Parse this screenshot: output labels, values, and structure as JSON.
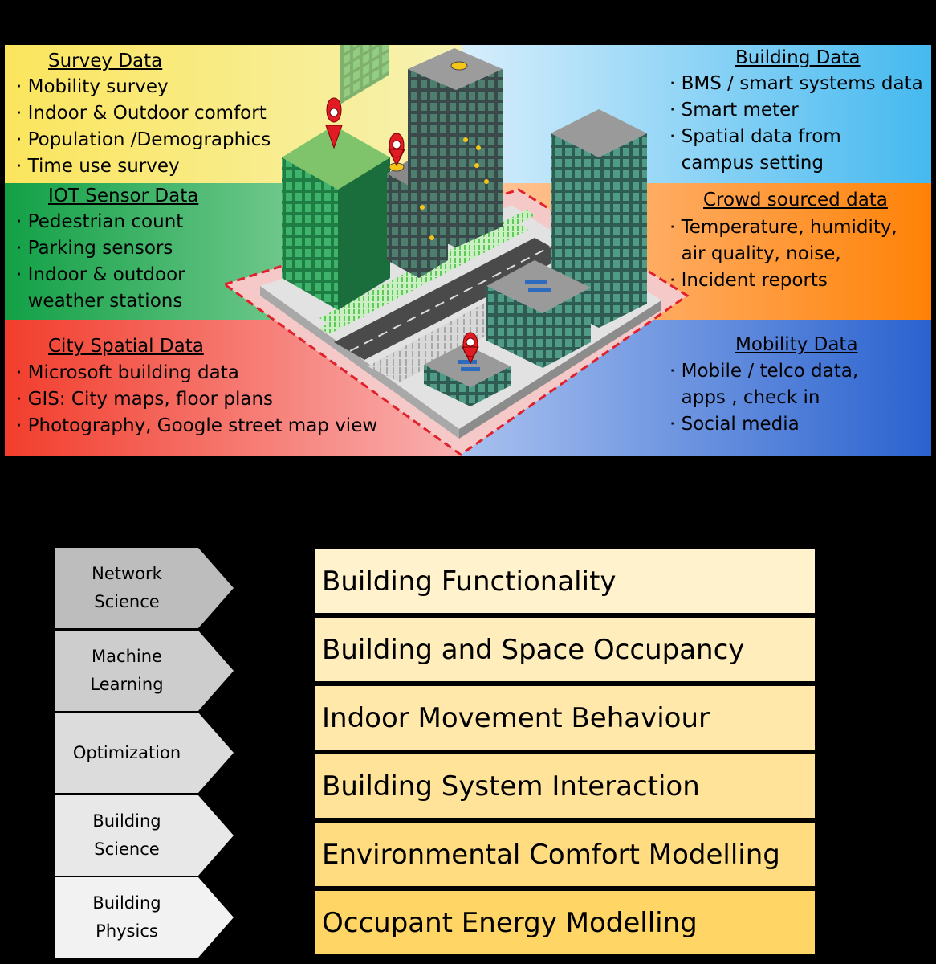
{
  "quadrants": {
    "survey": {
      "title": "Survey Data",
      "items": [
        "· Mobility survey",
        "· Indoor & Outdoor comfort",
        "· Population /Demographics",
        "· Time use survey"
      ],
      "color": "#f9dd5a"
    },
    "iot": {
      "title": "IOT Sensor Data",
      "items": [
        "· Pedestrian count",
        "· Parking sensors",
        "· Indoor & outdoor",
        "  weather stations"
      ],
      "color": "#1fa84a"
    },
    "city": {
      "title": "City Spatial Data",
      "items": [
        "· Microsoft building data",
        "· GIS: City maps, floor plans",
        "· Photography, Google street map view"
      ],
      "color": "#f0402f"
    },
    "building": {
      "title": "Building Data",
      "items": [
        "· BMS / smart systems data",
        "· Smart meter",
        "· Spatial data from",
        "  campus setting"
      ],
      "color": "#5cc2f0"
    },
    "crowd": {
      "title": "Crowd sourced data",
      "items": [
        "· Temperature, humidity,",
        "  air quality, noise,",
        "· Incident reports"
      ],
      "color": "#ff8a1a"
    },
    "mobility": {
      "title": "Mobility Data",
      "items": [
        "· Mobile / telco data,",
        "  apps , check in",
        "· Social media"
      ],
      "color": "#2f6fd6"
    }
  },
  "methods": [
    {
      "label": "Network\nScience",
      "color": "#bdbdbd"
    },
    {
      "label": "Machine\nLearning",
      "color": "#cdcdcd"
    },
    {
      "label": "Optimization",
      "color": "#dcdcdc"
    },
    {
      "label": "Building\nScience",
      "color": "#e8e8e8"
    },
    {
      "label": "Building\nPhysics",
      "color": "#f2f2f2"
    }
  ],
  "applications": [
    {
      "label": "Building Functionality",
      "color": "#fff2cc"
    },
    {
      "label": "Building and Space Occupancy",
      "color": "#ffedbb"
    },
    {
      "label": "Indoor Movement Behaviour",
      "color": "#ffe8aa"
    },
    {
      "label": "Building System Interaction",
      "color": "#ffe398"
    },
    {
      "label": "Environmental Comfort Modelling",
      "color": "#ffdc80"
    },
    {
      "label": "Occupant Energy Modelling",
      "color": "#ffd566"
    }
  ]
}
